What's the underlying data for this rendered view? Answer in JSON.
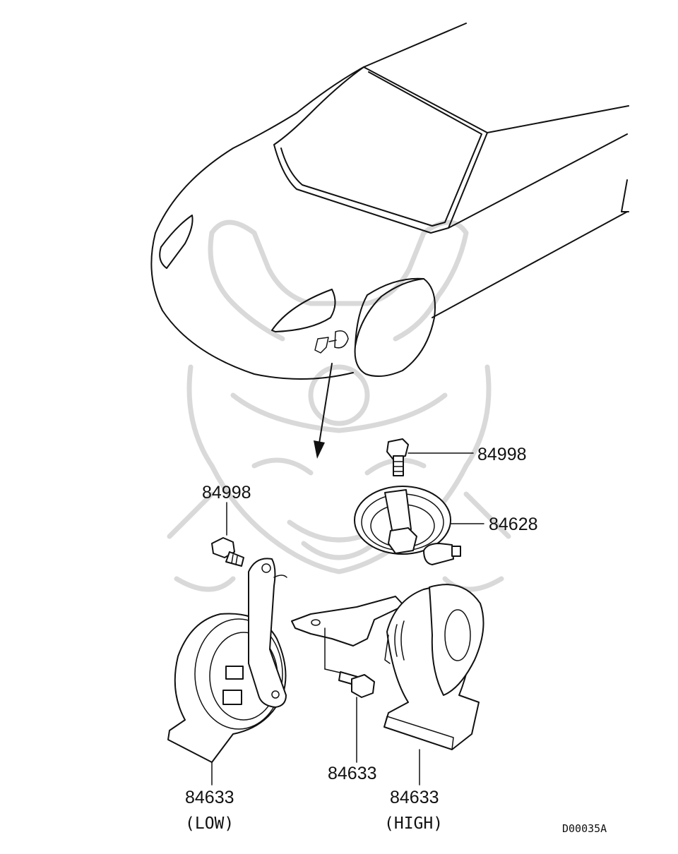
{
  "labels": {
    "bolt_upper": "84998",
    "bolt_left": "84998",
    "horn_bracket": "84628",
    "bolt_center": "84633",
    "horn_low": "84633",
    "horn_low_note": "(LOW)",
    "horn_high": "84633",
    "horn_high_note": "(HIGH)",
    "diagram_ref": "D00035A"
  }
}
